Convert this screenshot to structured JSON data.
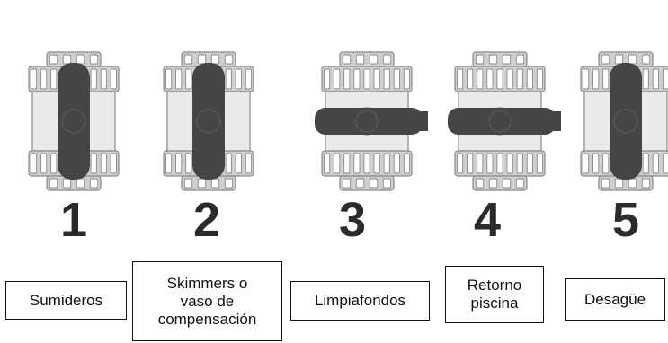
{
  "colors": {
    "handle": "#454545",
    "body_light": "#ebebeb",
    "body_ring": "#cfcfcf",
    "outline": "#8a8a8a",
    "number": "#2b2b2b",
    "box_border": "#111111"
  },
  "valves": [
    {
      "number": "1",
      "label": "Sumideros",
      "handle": "vertical"
    },
    {
      "number": "2",
      "label": "Skimmers o\nvaso de\ncompensación",
      "handle": "vertical"
    },
    {
      "number": "3",
      "label": "Limpiafondos",
      "handle": "horizontal"
    },
    {
      "number": "4",
      "label": "Retorno\npiscina",
      "handle": "horizontal"
    },
    {
      "number": "5",
      "label": "Desagüe",
      "handle": "vertical"
    }
  ]
}
